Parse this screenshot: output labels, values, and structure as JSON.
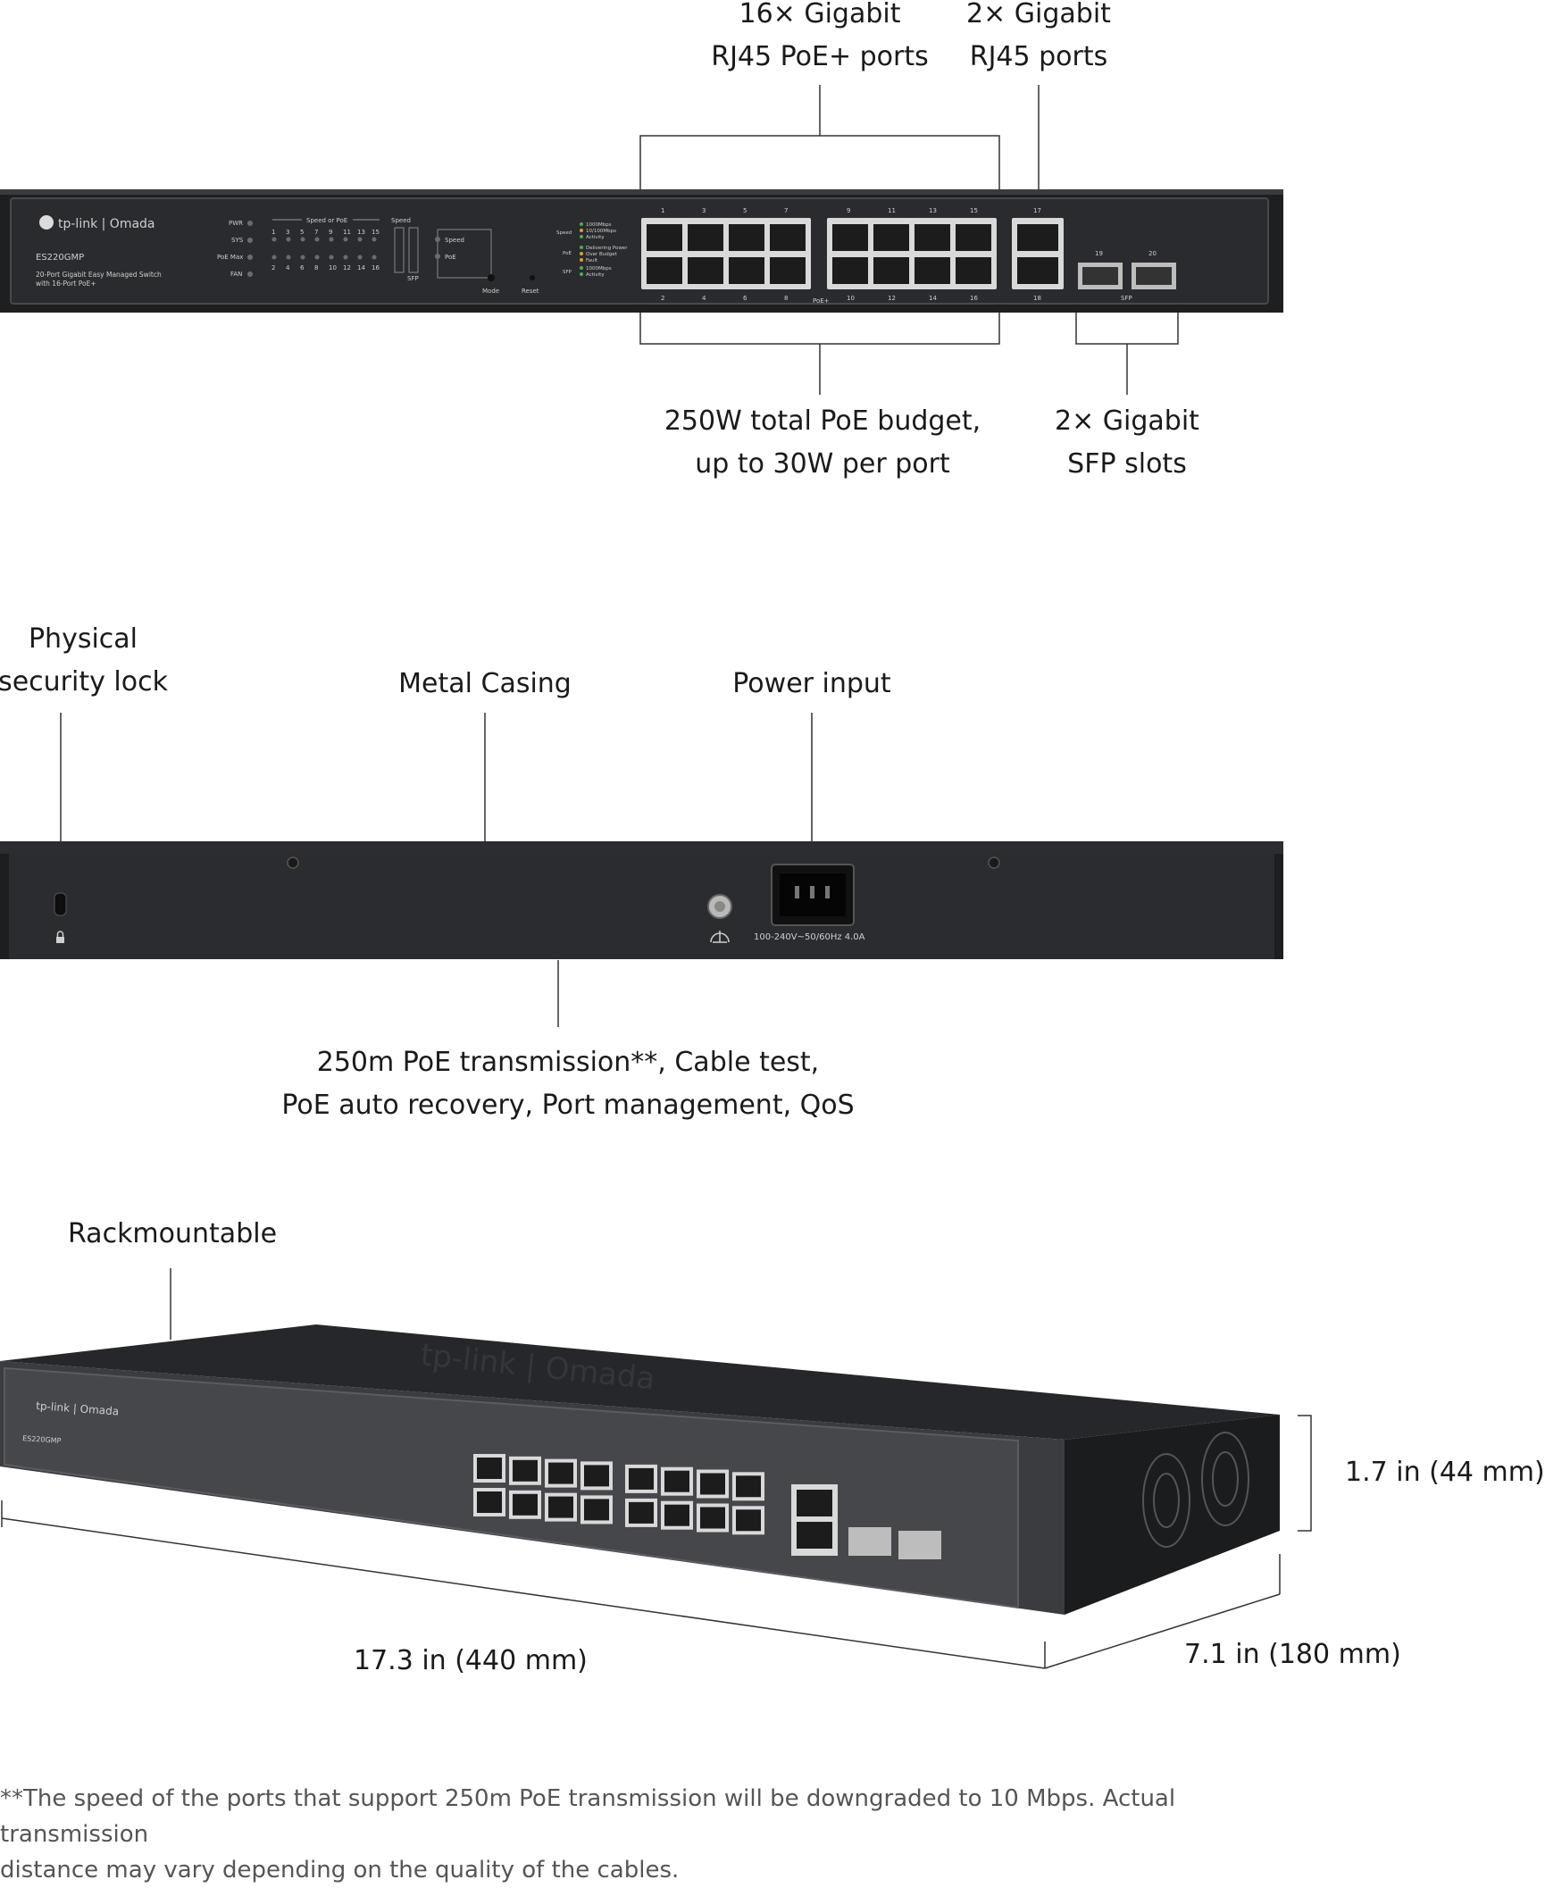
{
  "callouts": {
    "rj45_poe": [
      "16× Gigabit",
      "RJ45 PoE+ ports"
    ],
    "rj45": [
      "2× Gigabit",
      "RJ45 ports"
    ],
    "poe_budget": [
      "250W total PoE budget,",
      "up to 30W per port"
    ],
    "sfp": [
      "2× Gigabit",
      "SFP slots"
    ],
    "lock": [
      "Physical",
      "security lock"
    ],
    "casing": "Metal Casing",
    "power": "Power input",
    "features": [
      "250m PoE transmission**, Cable test,",
      "PoE auto recovery, Port management, QoS"
    ],
    "rack": "Rackmountable",
    "height": "1.7 in (44 mm)",
    "width": "17.3 in (440 mm)",
    "depth": "7.1 in (180 mm)"
  },
  "device": {
    "brand": "tp-link | Omada",
    "model": "ES220GMP",
    "description": [
      "20-Port Gigabit Easy Managed Switch",
      "with 16-Port PoE+"
    ],
    "leds": [
      "PWR",
      "SYS",
      "PoE Max",
      "FAN"
    ],
    "speed_or_poe": "Speed or PoE",
    "speed": "Speed",
    "poe": "PoE",
    "sfp": "SFP",
    "mode": "Mode",
    "reset": "Reset",
    "poe_plus": "PoE+",
    "legend": {
      "speed": "Speed",
      "speed_items": [
        "1000Mbps",
        "10/100Mbps",
        "Activity"
      ],
      "poe": "PoE",
      "poe_items": [
        "Delivering Power",
        "Over Budget",
        "Fault"
      ],
      "sfp": "SFP",
      "sfp_items": [
        "1000Mbps",
        "Activity"
      ]
    },
    "top_numbers": [
      "1",
      "3",
      "5",
      "7",
      "9",
      "11",
      "13",
      "15"
    ],
    "bottom_numbers": [
      "2",
      "4",
      "6",
      "8",
      "10",
      "12",
      "14",
      "16"
    ],
    "port17": "17",
    "port18": "18",
    "port19": "19",
    "port20": "20",
    "power_rating": "100-240V~50/60Hz 4.0A"
  },
  "footnote": [
    "**The speed of the ports that support 250m PoE transmission will be downgraded to 10 Mbps. Actual transmission",
    "distance may vary depending on the quality of the cables."
  ]
}
